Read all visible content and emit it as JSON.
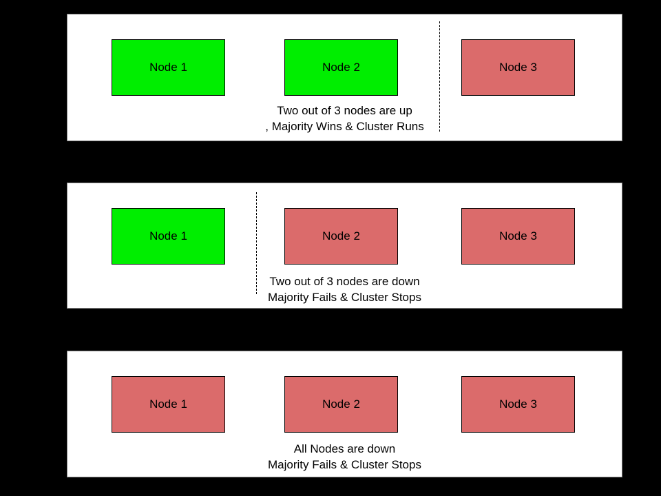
{
  "scene": {
    "background": "#000000",
    "panel_background": "#ffffff"
  },
  "colors": {
    "node_up": "#00EE00",
    "node_down": "#DB6B6B",
    "box_border": "#000000",
    "text": "#000000"
  },
  "panels": [
    {
      "id": "majority-up",
      "nodes": [
        {
          "label": "Node 1",
          "status": "up"
        },
        {
          "label": "Node 2",
          "status": "up"
        },
        {
          "label": "Node 3",
          "status": "down"
        }
      ],
      "divider_present": true,
      "divider_between": "Node 2 and Node 3",
      "caption": [
        "Two out of 3 nodes are up",
        ", Majority Wins & Cluster Runs"
      ]
    },
    {
      "id": "majority-down",
      "nodes": [
        {
          "label": "Node 1",
          "status": "up"
        },
        {
          "label": "Node 2",
          "status": "down"
        },
        {
          "label": "Node 3",
          "status": "down"
        }
      ],
      "divider_present": true,
      "divider_between": "Node 1 and Node 2",
      "caption": [
        "Two out of 3 nodes are down",
        "Majority Fails & Cluster Stops"
      ]
    },
    {
      "id": "all-down",
      "nodes": [
        {
          "label": "Node 1",
          "status": "down"
        },
        {
          "label": "Node 2",
          "status": "down"
        },
        {
          "label": "Node 3",
          "status": "down"
        }
      ],
      "divider_present": false,
      "divider_between": "",
      "caption": [
        "All Nodes are down",
        "Majority Fails & Cluster Stops"
      ]
    }
  ]
}
